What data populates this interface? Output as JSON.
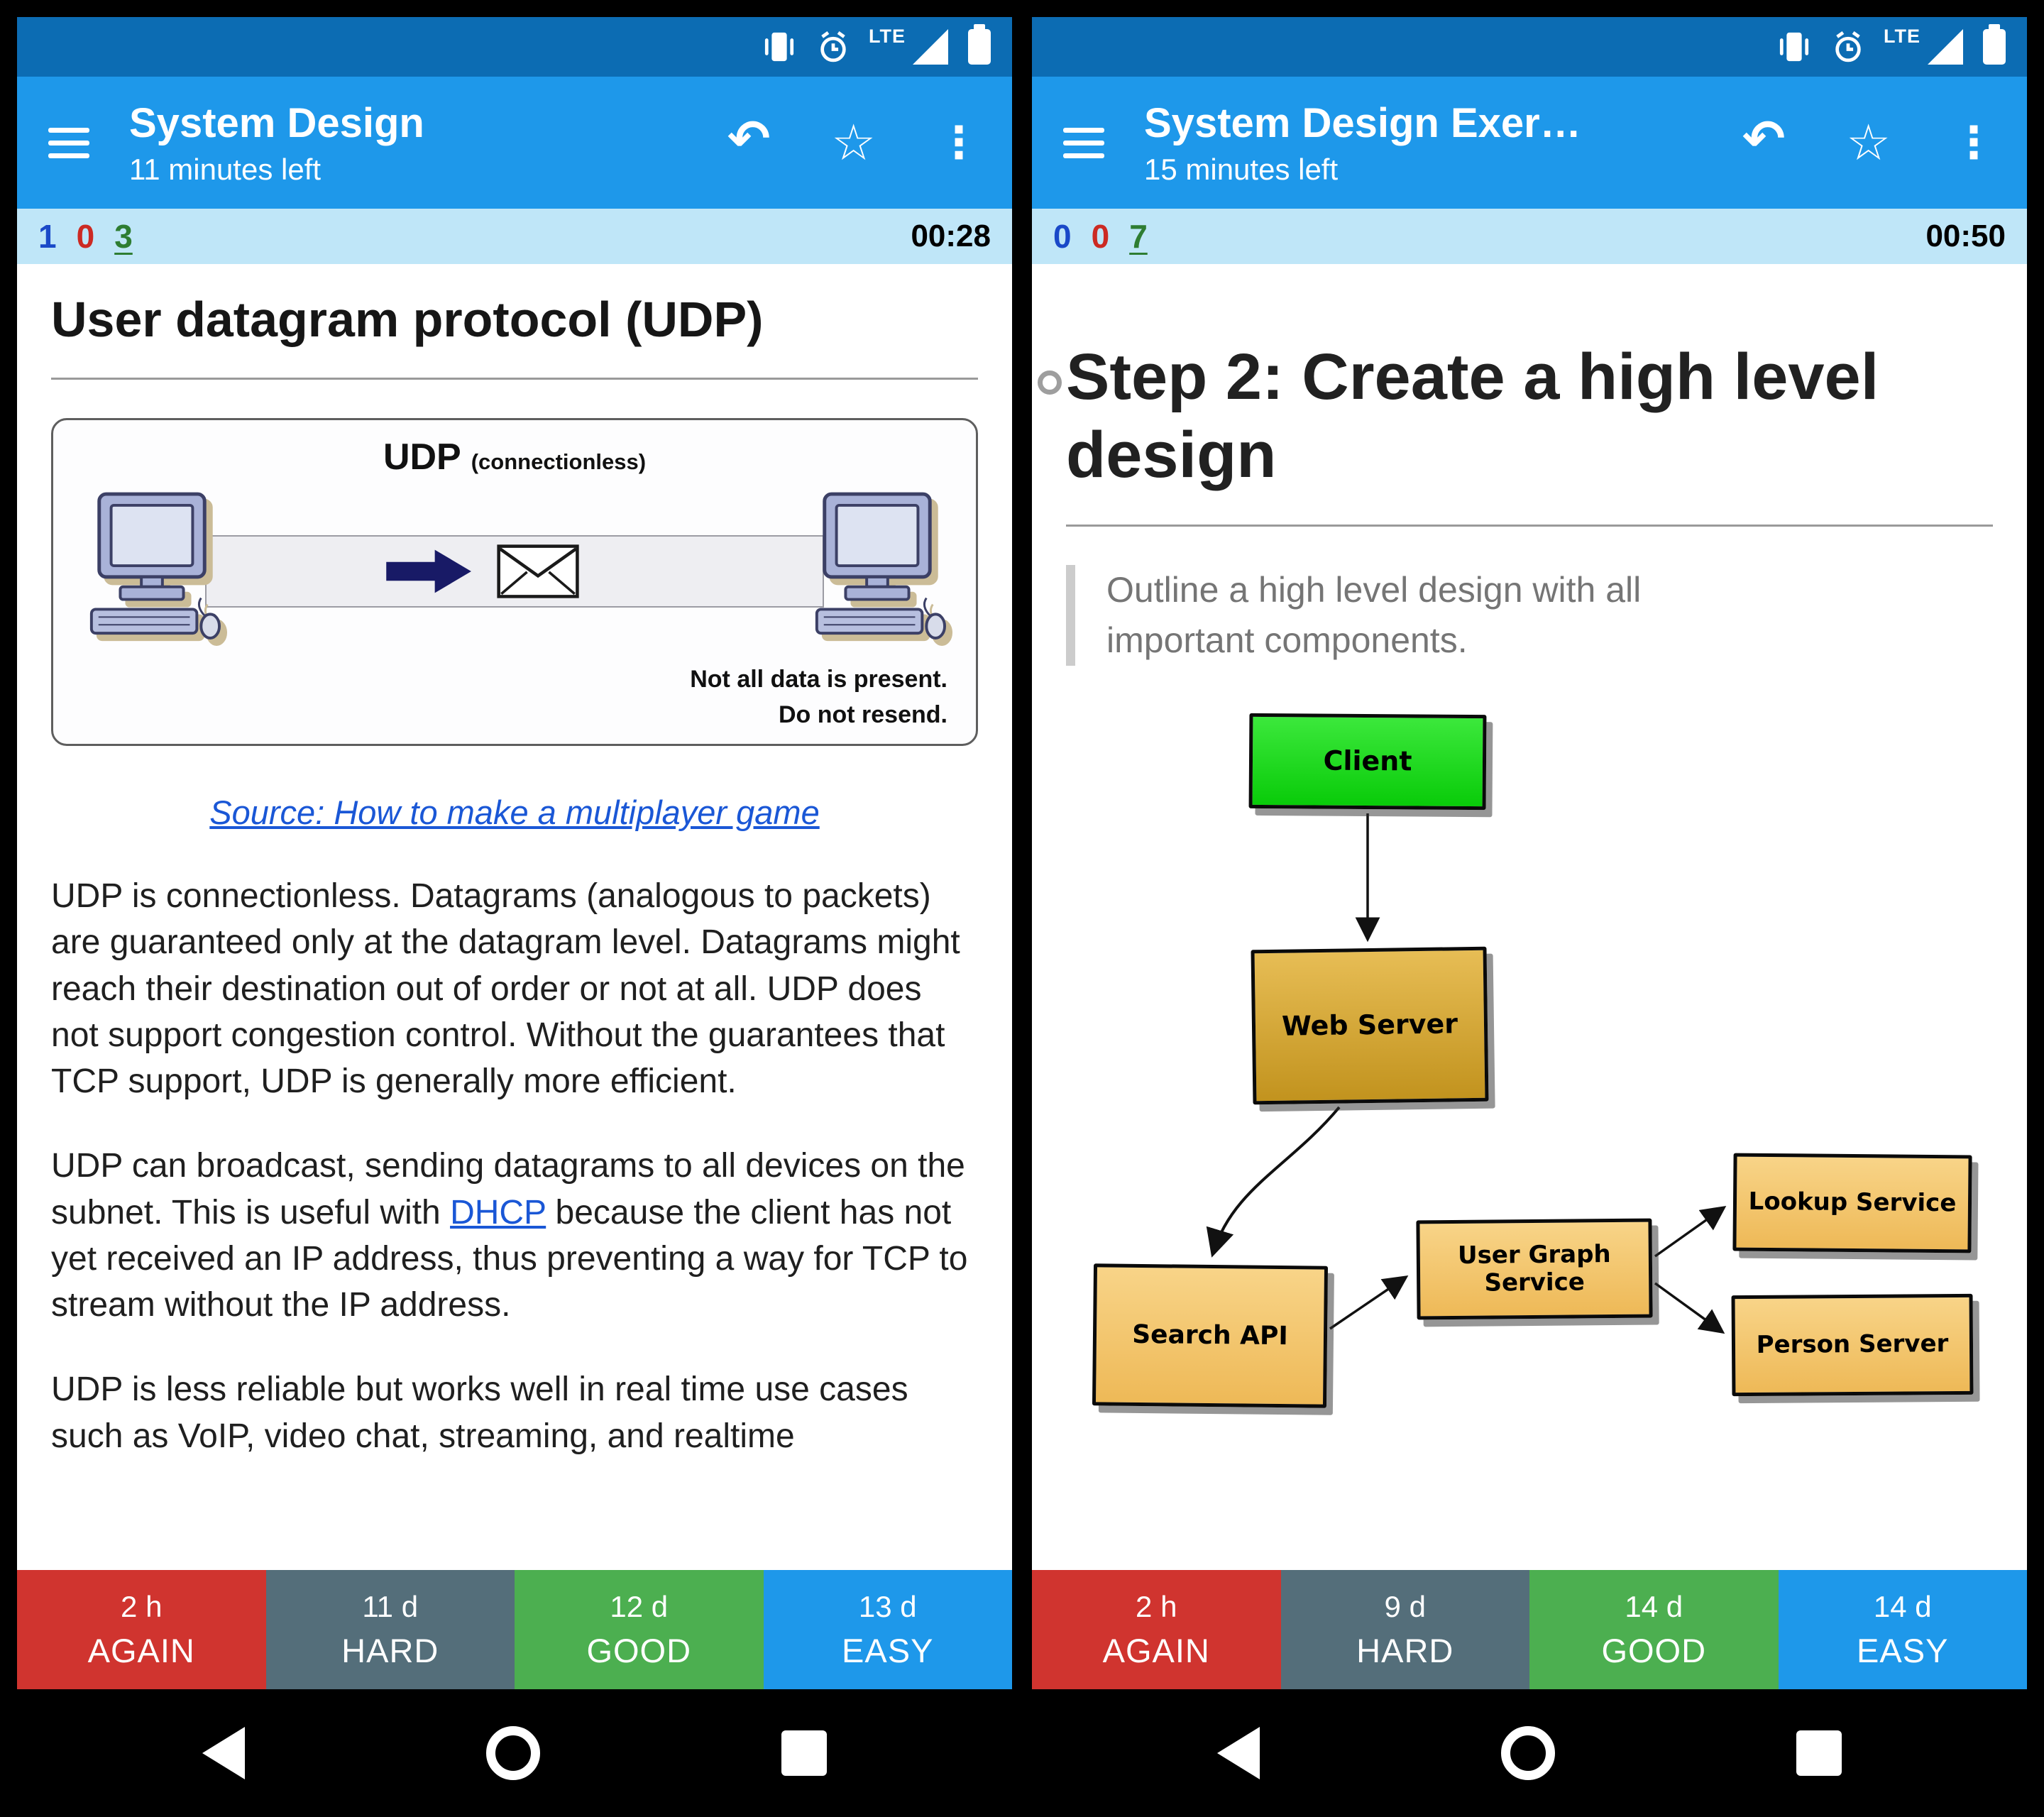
{
  "statusbar": {
    "lte_label": "LTE"
  },
  "icons": {
    "undo": "↶",
    "star": "☆",
    "overflow": "⋮"
  },
  "colors": {
    "statusbar": "#0c6cb3",
    "appbar": "#1e98ea",
    "counterbar": "#bfe6f8",
    "new_count": "#1a49c8",
    "learning_count": "#cc2a23",
    "review_count": "#2e7d32",
    "again_button": "#d0342f",
    "hard_button": "#546e7a",
    "good_button": "#4caf50",
    "easy_button": "#1e98ea",
    "link": "#1a57d6",
    "client_box": "#1ed31e",
    "web_server_box": "#cf9f2e",
    "service_box": "#f3c773"
  },
  "left_phone": {
    "appbar": {
      "title": "System Design",
      "subtitle": "11 minutes left"
    },
    "counters": {
      "new": "1",
      "learning": "0",
      "review": "3",
      "timer": "00:28"
    },
    "card": {
      "title": "User datagram protocol (UDP)",
      "figure": {
        "caption_main": "UDP",
        "caption_sub": "(connectionless)",
        "note_line1": "Not all data is present.",
        "note_line2": "Do not resend."
      },
      "source_link": "Source: How to make a multiplayer game",
      "paragraph1": "UDP is connectionless. Datagrams (analogous to packets) are guaranteed only at the datagram level. Datagrams might reach their destination out of order or not at all. UDP does not support congestion control. Without the guarantees that TCP support, UDP is generally more efficient.",
      "paragraph2_before": "UDP can broadcast, sending datagrams to all devices on the subnet. This is useful with ",
      "paragraph2_link": "DHCP",
      "paragraph2_after": " because the client has not yet received an IP address, thus preventing a way for TCP to stream without the IP address.",
      "paragraph3": "UDP is less reliable but works well in real time use cases such as VoIP, video chat, streaming, and realtime"
    },
    "answers": [
      {
        "time": "2 h",
        "label": "AGAIN"
      },
      {
        "time": "11 d",
        "label": "HARD"
      },
      {
        "time": "12 d",
        "label": "GOOD"
      },
      {
        "time": "13 d",
        "label": "EASY"
      }
    ]
  },
  "right_phone": {
    "appbar": {
      "title": "System Design Exer…",
      "subtitle": "15 minutes left"
    },
    "counters": {
      "new": "0",
      "learning": "0",
      "review": "7",
      "timer": "00:50"
    },
    "card": {
      "title": "Step 2: Create a high level design",
      "quote": "Outline a high level design with all important components.",
      "diagram": {
        "client": "Client",
        "web_server": "Web Server",
        "search_api": "Search API",
        "user_graph": "User Graph Service",
        "lookup": "Lookup Service",
        "person": "Person Server"
      }
    },
    "answers": [
      {
        "time": "2 h",
        "label": "AGAIN"
      },
      {
        "time": "9 d",
        "label": "HARD"
      },
      {
        "time": "14 d",
        "label": "GOOD"
      },
      {
        "time": "14 d",
        "label": "EASY"
      }
    ]
  }
}
